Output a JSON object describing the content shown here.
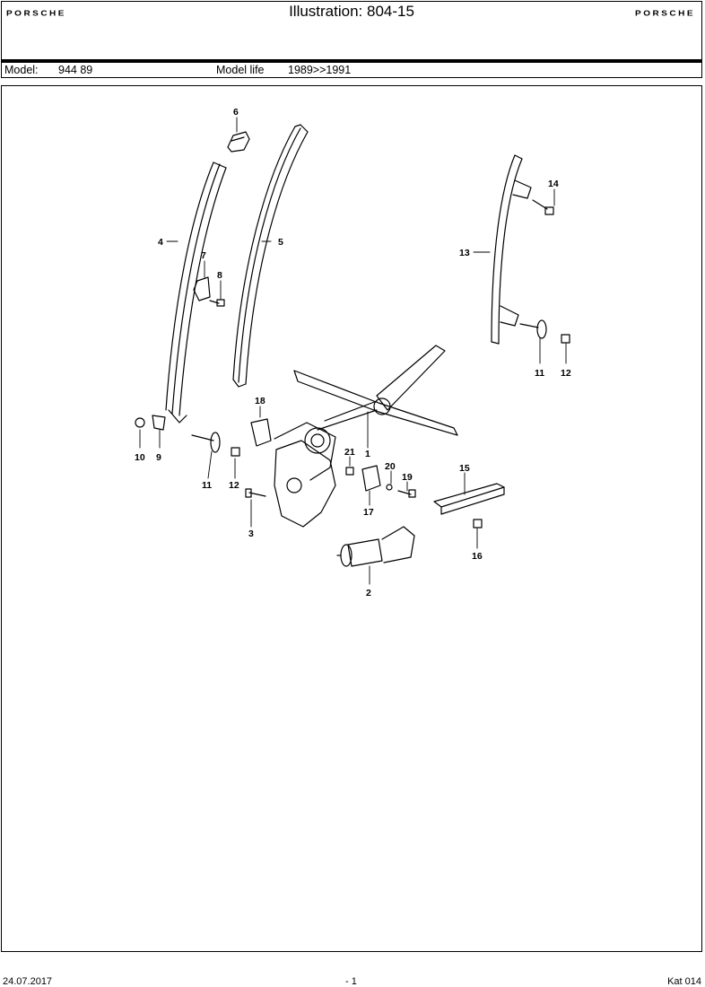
{
  "header": {
    "logo_left": "PORSCHE",
    "logo_right": "PORSCHE",
    "title": "Illustration: 804-15"
  },
  "model_bar": {
    "model_label": "Model:",
    "model_value": "944 89",
    "life_label": "Model life",
    "life_value": "1989>>1991"
  },
  "diagram": {
    "part_labels": [
      "6",
      "4",
      "5",
      "7",
      "8",
      "14",
      "13",
      "11",
      "12",
      "18",
      "10",
      "9",
      "11",
      "12",
      "21",
      "1",
      "20",
      "19",
      "15",
      "17",
      "3",
      "16",
      "2"
    ]
  },
  "footer": {
    "date": "24.07.2017",
    "page": "- 1",
    "catalog": "Kat 014"
  }
}
